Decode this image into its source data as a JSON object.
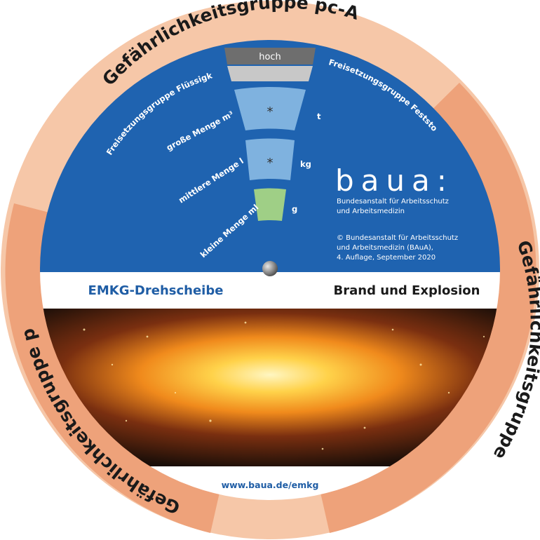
{
  "ring": {
    "group_a": "Gefährlichkeitsgruppe pc-A",
    "group_b": "Gefährlichkeitsgruppe pc-B",
    "group_c": "Gefährlichkeitsgruppe pc-C"
  },
  "window": {
    "hoch": "hoch",
    "star_large": "*",
    "star_medium": "*"
  },
  "labels": {
    "release_liquids": "Freisetzungsgruppe Flüssigkeiten",
    "release_solids": "Freisetzungsgruppe Feststoffe",
    "large_amount": "große Menge  m³",
    "large_unit": "t",
    "medium_amount": "mittlere Menge  l",
    "medium_unit": "kg",
    "small_amount": "kleine Menge  ml",
    "small_unit": "g"
  },
  "brand": {
    "logo": "baua:",
    "line1": "Bundesanstalt für Arbeitsschutz",
    "line2": "und Arbeitsmedizin",
    "copyright1": "© Bundesanstalt für Arbeitsschutz",
    "copyright2": "und Arbeitsmedizin (BAuA),",
    "copyright3": "4. Auflage, September 2020"
  },
  "band": {
    "left": "EMKG-Drehscheibe",
    "right": "Brand und Explosion"
  },
  "footer": {
    "url": "www.baua.de/emkg"
  },
  "colors": {
    "ring_light": "#f6c7a8",
    "ring_dark": "#eea27a",
    "blue": "#1f63b0",
    "window_blue": "#7fb2df",
    "window_green": "#9fcf86",
    "window_grey": "#6e6e6e",
    "band_blue_text": "#1f5da5"
  }
}
